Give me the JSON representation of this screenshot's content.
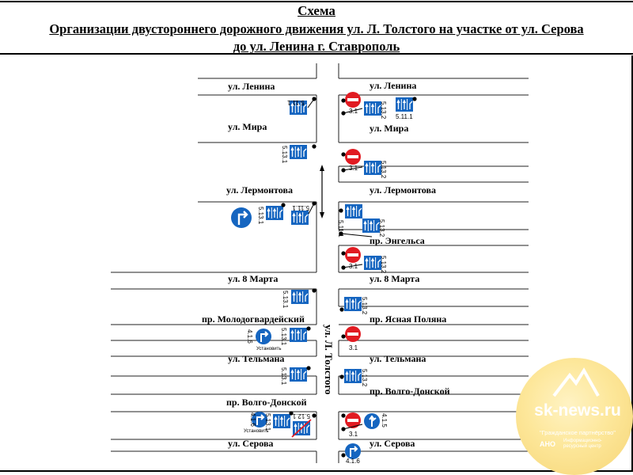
{
  "header": {
    "title": "Схема",
    "subtitle_line1": "Организации двустороннего дорожного движения ул. Л. Толстого на участке от ул. Серова",
    "subtitle_line2": "до ул. Ленина г. Ставрополь"
  },
  "streets": {
    "left": [
      "ул. Ленина",
      "ул. Мира",
      "ул. Лермонтова",
      "ул. 8 Марта",
      "пр. Молодогвардейский",
      "ул. Тельмана",
      "пр. Волго-Донской",
      "ул. Серова"
    ],
    "right": [
      "ул. Ленина",
      "ул. Мира",
      "ул. Лермонтова",
      "пр. Энгельса",
      "ул. 8 Марта",
      "пр. Ясная Поляна",
      "ул. Тельмана",
      "пр. Волго-Донской",
      "ул. Серова"
    ],
    "main": "ул. Л. Толстого"
  },
  "sign_codes": {
    "no_entry": "3.1",
    "lane_left_a": "5.13.1",
    "lane_right_a": "5.11.1",
    "lane_right_b": "5.13.2",
    "round_right": "4.1.6",
    "round_forward": "4.1.5",
    "install_note": "Установить",
    "removed": "5.12.1"
  },
  "colors": {
    "sign_blue": "#1565c0",
    "sign_red": "#e11b22"
  },
  "watermark": {
    "name": "sk-news.ru",
    "subtitle": "\"Гражданское партнёрство\"",
    "org": "АНО",
    "org_desc": "Информационно-ресурсный центр"
  }
}
